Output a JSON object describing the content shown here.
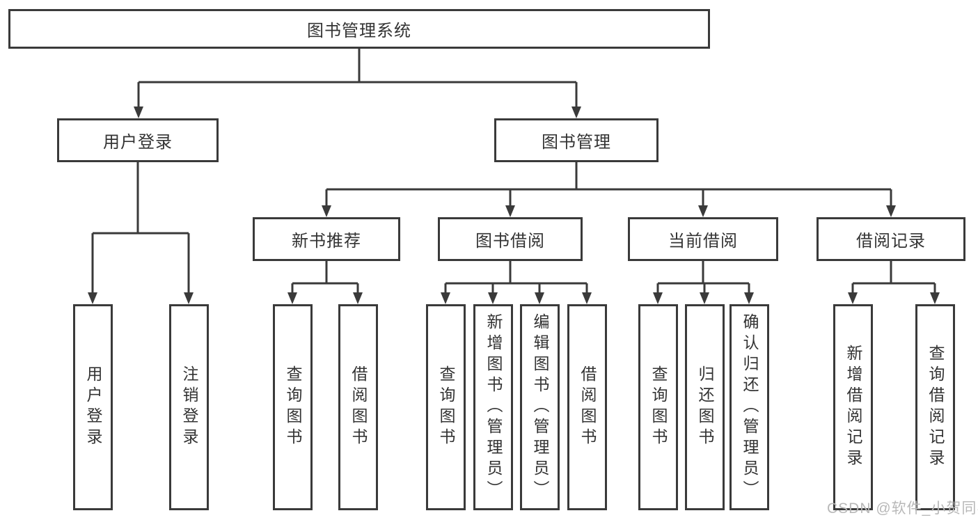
{
  "diagram": {
    "root": {
      "label": "图书管理系统"
    },
    "level2": [
      {
        "label": "用户登录"
      },
      {
        "label": "图书管理"
      }
    ],
    "level3": [
      {
        "label": "新书推荐"
      },
      {
        "label": "图书借阅"
      },
      {
        "label": "当前借阅"
      },
      {
        "label": "借阅记录"
      }
    ],
    "leaves": [
      {
        "label": "用户登录"
      },
      {
        "label": "注销登录"
      },
      {
        "label": "查询图书"
      },
      {
        "label": "借阅图书"
      },
      {
        "label": "查询图书"
      },
      {
        "label": "新增图书（管理员）"
      },
      {
        "label": "编辑图书（管理员）"
      },
      {
        "label": "借阅图书"
      },
      {
        "label": "查询图书"
      },
      {
        "label": "归还图书"
      },
      {
        "label": "确认归还（管理员）"
      },
      {
        "label": "新增借阅记录"
      },
      {
        "label": "查询借阅记录"
      }
    ]
  },
  "watermark": {
    "text": "CSDN @软件_小贺同学"
  },
  "colors": {
    "line": "#3a3a3a",
    "text": "#333333",
    "watermark": "#b8b8b8",
    "background": "#ffffff"
  }
}
